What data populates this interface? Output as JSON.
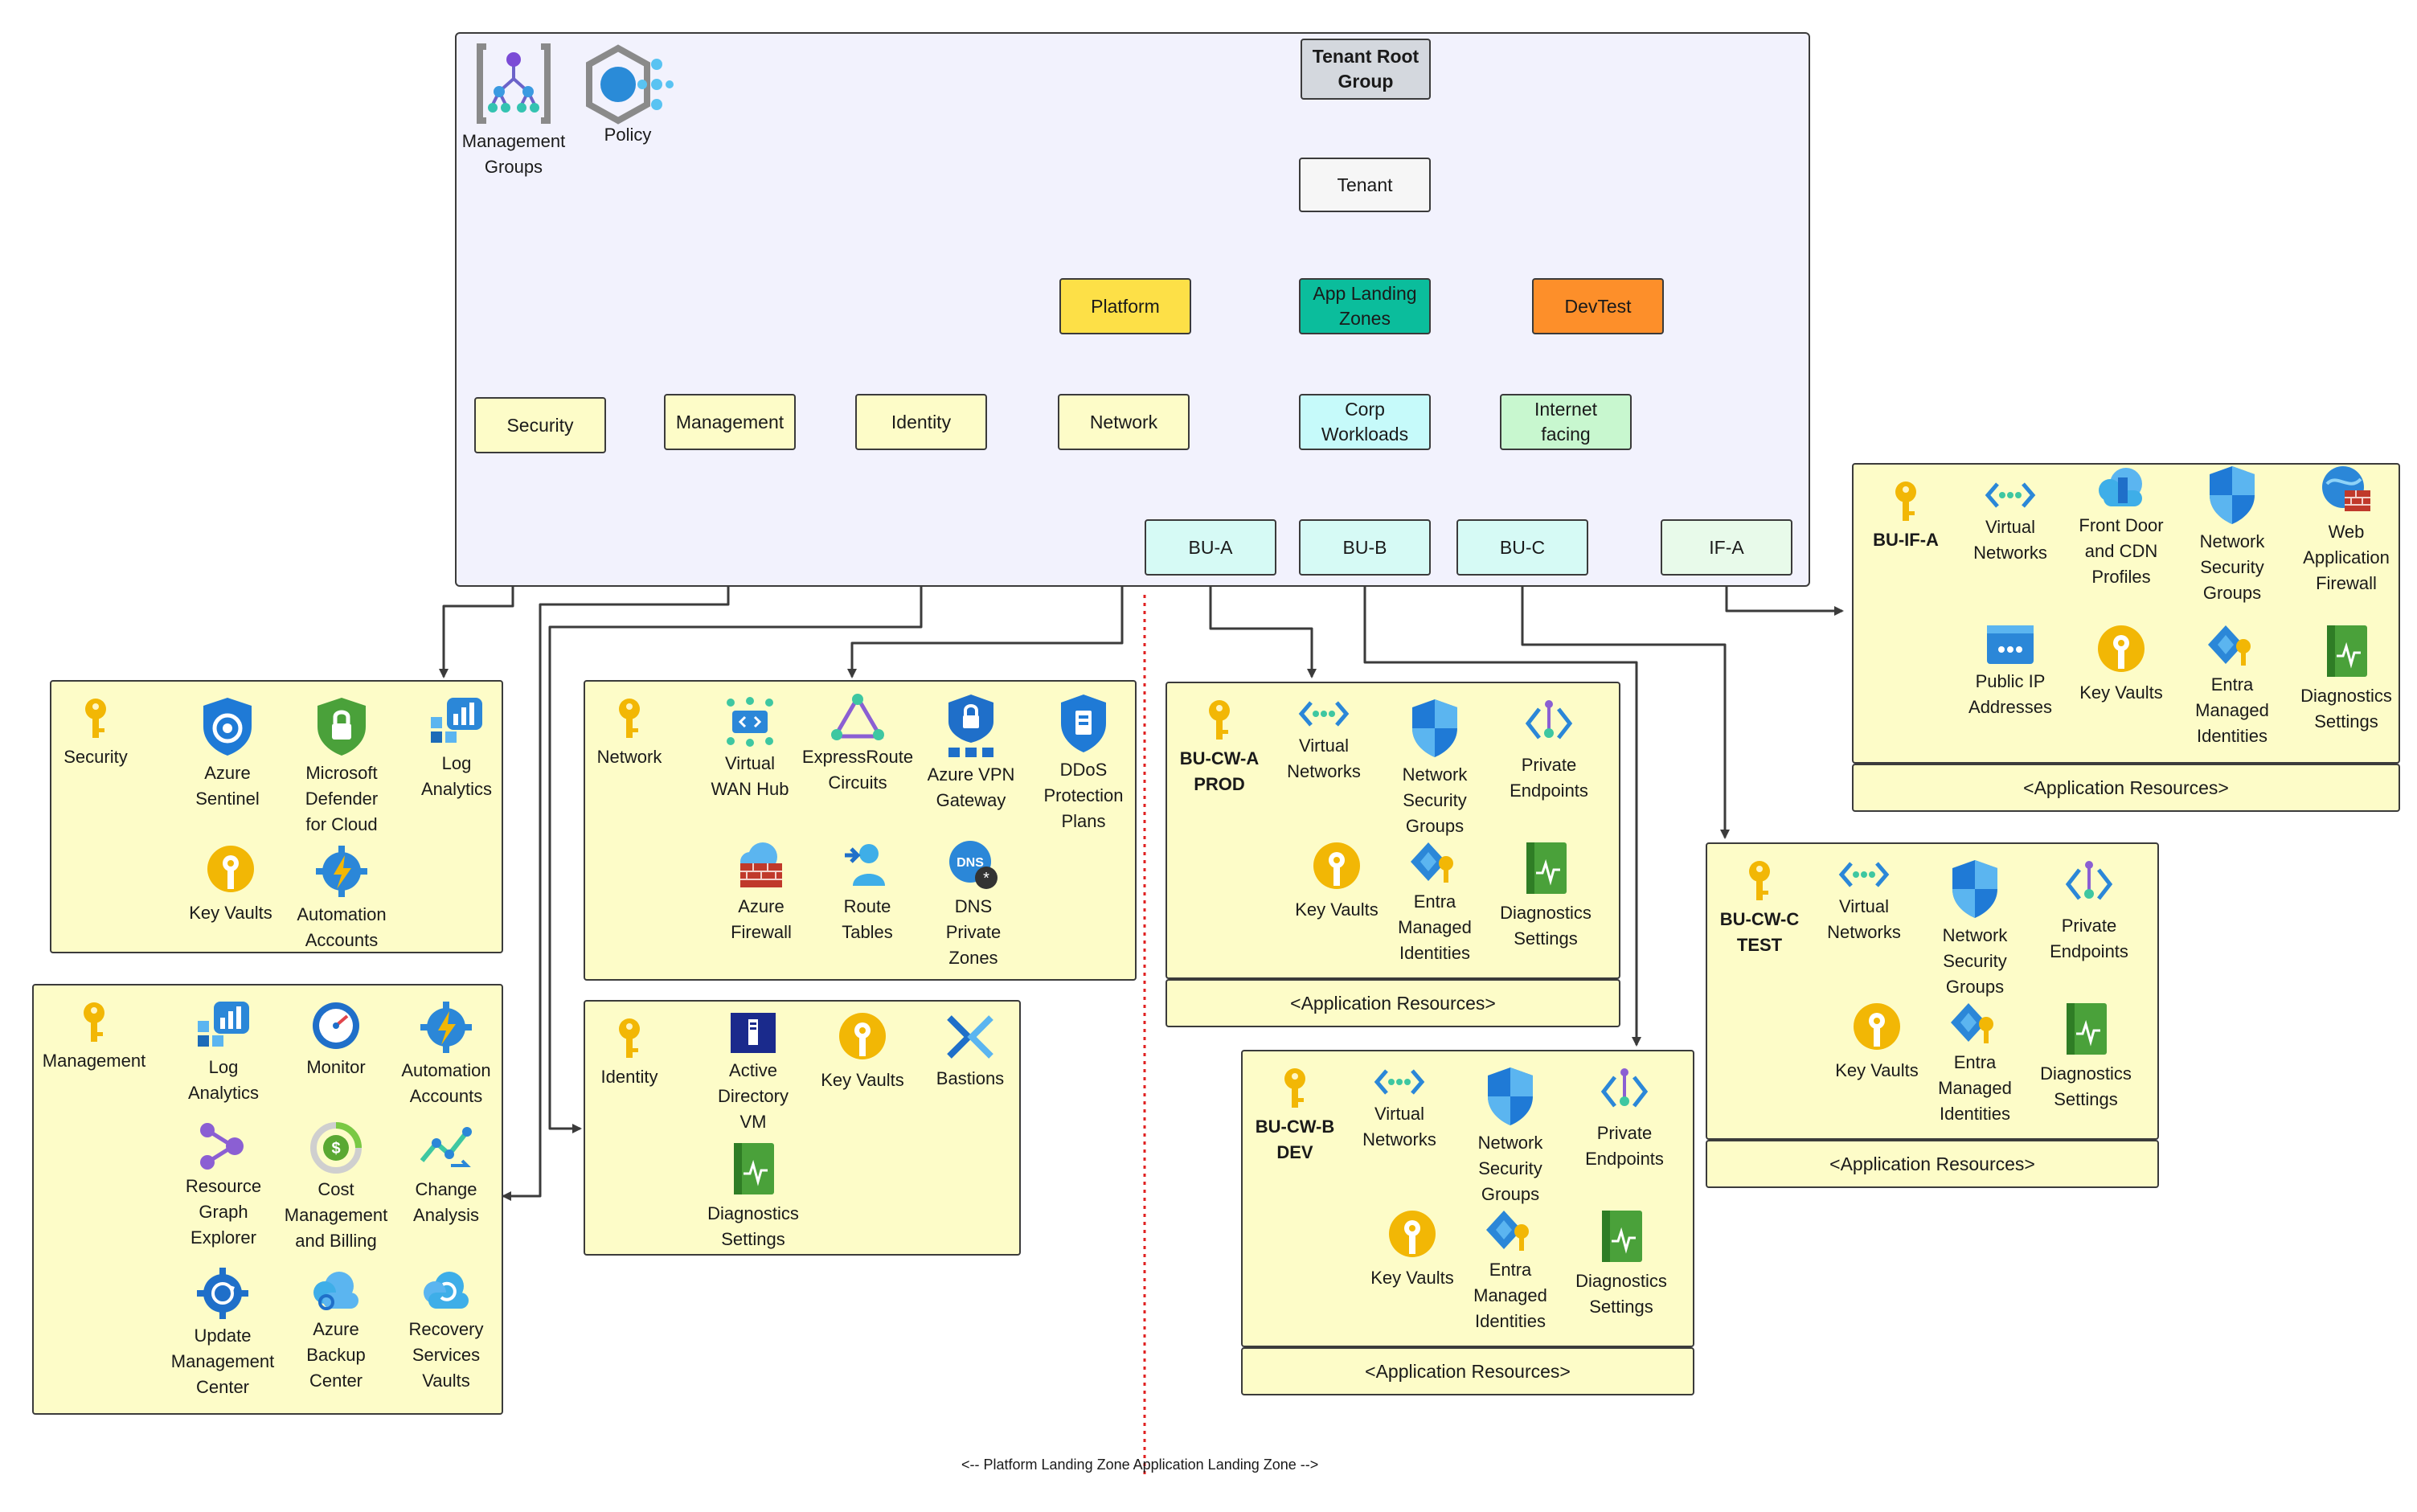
{
  "legend": {
    "management_groups": "Management\nGroups",
    "policy": "Policy"
  },
  "hierarchy": {
    "root": "Tenant Root\nGroup",
    "tenant": "Tenant",
    "platform": "Platform",
    "app_lz": "App Landing\nZones",
    "devtest": "DevTest",
    "security": "Security",
    "management": "Management",
    "identity": "Identity",
    "network": "Network",
    "corp": "Corp\nWorkloads",
    "internet": "Internet\nfacing",
    "bu_a": "BU-A",
    "bu_b": "BU-B",
    "bu_c": "BU-C",
    "if_a": "IF-A"
  },
  "colors": {
    "platform": "#fde047",
    "app_lz": "#0bbd9c",
    "devtest": "#fd8f2a",
    "corp": "#c6fafa",
    "internet": "#c8f7cf",
    "bu": "#d6faf5",
    "panel": "#fdfcc8"
  },
  "panels": {
    "security": {
      "title": "Security",
      "items": [
        "Azure\nSentinel",
        "Microsoft\nDefender\nfor Cloud",
        "Log\nAnalytics",
        "Key Vaults",
        "Automation\nAccounts"
      ]
    },
    "network": {
      "title": "Network",
      "items": [
        "Virtual\nWAN Hub",
        "ExpressRoute\nCircuits",
        "Azure VPN\nGateway",
        "DDoS\nProtection\nPlans",
        "Azure\nFirewall",
        "Route\nTables",
        "DNS\nPrivate\nZones"
      ]
    },
    "management": {
      "title": "Management",
      "items": [
        "Log\nAnalytics",
        "Monitor",
        "Automation\nAccounts",
        "Resource\nGraph\nExplorer",
        "Cost\nManagement\nand Billing",
        "Change\nAnalysis",
        "Update\nManagement\nCenter",
        "Azure\nBackup\nCenter",
        "Recovery\nServices\nVaults"
      ]
    },
    "identity": {
      "title": "Identity",
      "items": [
        "Active\nDirectory\nVM",
        "Key Vaults",
        "Bastions",
        "Diagnostics\nSettings"
      ]
    },
    "bu_cw_a": {
      "title": "BU-CW-A\nPROD",
      "items": [
        "Virtual\nNetworks",
        "Network\nSecurity\nGroups",
        "Private\nEndpoints",
        "Key Vaults",
        "Entra\nManaged\nIdentities",
        "Diagnostics\nSettings"
      ],
      "footer": "<Application Resources>"
    },
    "bu_cw_b": {
      "title": "BU-CW-B\nDEV",
      "items": [
        "Virtual\nNetworks",
        "Network\nSecurity\nGroups",
        "Private\nEndpoints",
        "Key Vaults",
        "Entra\nManaged\nIdentities",
        "Diagnostics\nSettings"
      ],
      "footer": "<Application Resources>"
    },
    "bu_cw_c": {
      "title": "BU-CW-C\nTEST",
      "items": [
        "Virtual\nNetworks",
        "Network\nSecurity\nGroups",
        "Private\nEndpoints",
        "Key Vaults",
        "Entra\nManaged\nIdentities",
        "Diagnostics\nSettings"
      ],
      "footer": "<Application Resources>"
    },
    "bu_if_a": {
      "title": "BU-IF-A",
      "items": [
        "Virtual\nNetworks",
        "Front Door\nand CDN\nProfiles",
        "Network\nSecurity\nGroups",
        "Web\nApplication\nFirewall",
        "Public IP\nAddresses",
        "Key Vaults",
        "Entra\nManaged\nIdentities",
        "Diagnostics\nSettings"
      ],
      "footer": "<Application Resources>"
    }
  },
  "zone_note": "<-- Platform Landing Zone  Application Landing Zone -->"
}
